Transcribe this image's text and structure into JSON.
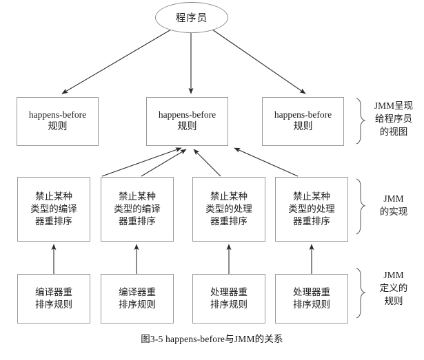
{
  "figure": {
    "caption": "图3-5  happens-before与JMM的关系",
    "root": {
      "label": "程序员"
    },
    "row_happens_before": [
      {
        "line1": "happens-before",
        "line2": "规则"
      },
      {
        "line1": "happens-before",
        "line2": "规则"
      },
      {
        "line1": "happens-before",
        "line2": "规则"
      }
    ],
    "row_prohibit": [
      {
        "line1": "禁止某种",
        "line2": "类型的编译",
        "line3": "器重排序"
      },
      {
        "line1": "禁止某种",
        "line2": "类型的编译",
        "line3": "器重排序"
      },
      {
        "line1": "禁止某种",
        "line2": "类型的处理",
        "line3": "器重排序"
      },
      {
        "line1": "禁止某种",
        "line2": "类型的处理",
        "line3": "器重排序"
      }
    ],
    "row_rules": [
      {
        "line1": "编译器重",
        "line2": "排序规则"
      },
      {
        "line1": "编译器重",
        "line2": "排序规则"
      },
      {
        "line1": "处理器重",
        "line2": "排序规则"
      },
      {
        "line1": "处理器重",
        "line2": "排序规则"
      }
    ],
    "side_labels": [
      {
        "line1": "JMM呈现",
        "line2": "给程序员",
        "line3": "的视图"
      },
      {
        "line1": "JMM",
        "line2": "的实现",
        "line3": ""
      },
      {
        "line1": "JMM",
        "line2": "定义的",
        "line3": "规则"
      }
    ],
    "colors": {
      "box_border": "#9a9a9a",
      "line": "#2b2b2b",
      "text": "#1c1c1c",
      "background": "#ffffff"
    }
  }
}
